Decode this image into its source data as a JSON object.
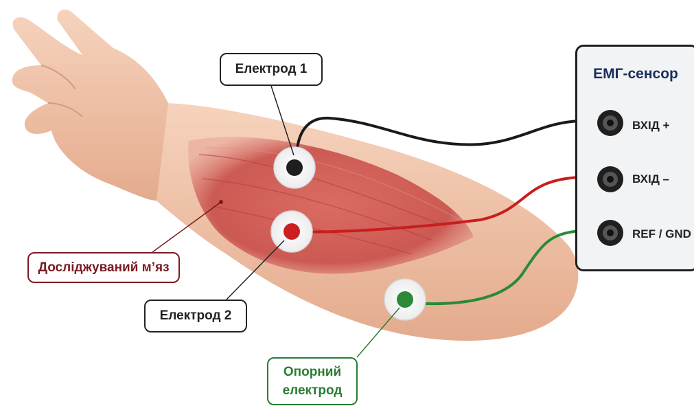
{
  "labels": {
    "electrode1": "Електрод 1",
    "electrode2": "Електрод 2",
    "muscle": "Досліджуваний м’яз",
    "reference_line1": "Опорний",
    "reference_line2": "електрод"
  },
  "sensor": {
    "title": "ЕМГ-сенсор",
    "ports": [
      "ВХІД +",
      "ВХІД –",
      "REF / GND"
    ]
  },
  "colors": {
    "wire_plus": "#1a1a1a",
    "wire_minus": "#c81e1e",
    "wire_ref": "#2a8a36",
    "muscle_label": "#7a1a22",
    "reference_label": "#2a7d33",
    "sensor_title": "#1a2d5a"
  }
}
